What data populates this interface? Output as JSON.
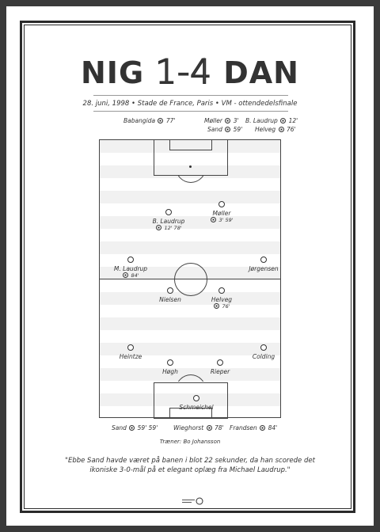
{
  "header": {
    "home": "NIG",
    "score": "1-4",
    "away": "DAN"
  },
  "meta": "28. juni, 1998  •  Stade de France, Paris  •  VM - ottendedelsfinale",
  "scorers": {
    "home": [
      {
        "name": "Babangida",
        "minute": "77'"
      }
    ],
    "away_left": [
      {
        "name": "Møller",
        "minute": "3'"
      },
      {
        "name": "Sand",
        "minute": "59'"
      }
    ],
    "away_right": [
      {
        "name": "B. Laudrup",
        "minute": "12'"
      },
      {
        "name": "Helveg",
        "minute": "76'"
      }
    ]
  },
  "players": [
    {
      "name": "B. Laudrup",
      "events": "12' 78'"
    },
    {
      "name": "Møller",
      "events": "3' 59'"
    },
    {
      "name": "M. Laudrup",
      "events": "84'"
    },
    {
      "name": "Jørgensen",
      "events": ""
    },
    {
      "name": "Nielsen",
      "events": ""
    },
    {
      "name": "Helveg",
      "events": "76'"
    },
    {
      "name": "Heintze",
      "events": ""
    },
    {
      "name": "Colding",
      "events": ""
    },
    {
      "name": "Høgh",
      "events": ""
    },
    {
      "name": "Rieper",
      "events": ""
    },
    {
      "name": "Schmeichel",
      "events": ""
    }
  ],
  "subs": [
    {
      "name": "Sand",
      "events": "59' 59'"
    },
    {
      "name": "Wieghorst",
      "events": "78'"
    },
    {
      "name": "Frandsen",
      "events": "84'"
    }
  ],
  "coach": "Træner: Bo Johansson",
  "quote": "\"Ebbe Sand havde været på banen i blot 22 sekunder, da han scorede det ikoniske 3-0-mål på et elegant oplæg fra Michael Laudrup.\"",
  "colors": {
    "ink": "#333333",
    "stripe": "#f1f1f1",
    "frame": "#2a2a2a"
  }
}
